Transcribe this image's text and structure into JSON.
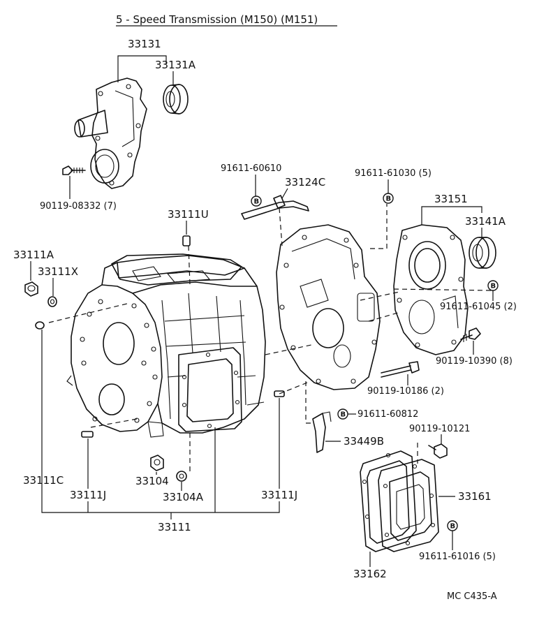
{
  "title": "5 - Speed Transmission (M150) (M151)",
  "diagram_code": "MC C435-A",
  "callout_symbol": "B",
  "labels": {
    "p33131": "33131",
    "p33131A": "33131A",
    "p90119_08332": "90119-08332 (7)",
    "p91611_60610": "91611-60610",
    "p33124C": "33124C",
    "p91611_61030": "91611-61030 (5)",
    "p33151": "33151",
    "p33141A": "33141A",
    "p33111U": "33111U",
    "p33111A": "33111A",
    "p33111X": "33111X",
    "p91611_61045": "91611-61045 (2)",
    "p90119_10390": "90119-10390 (8)",
    "p90119_10186": "90119-10186 (2)",
    "p91611_60812": "91611-60812",
    "p33449B": "33449B",
    "p90119_10121": "90119-10121",
    "p33161": "33161",
    "p91611_61016": "91611-61016 (5)",
    "p33162": "33162",
    "p33111C": "33111C",
    "p33111J_left": "33111J",
    "p33104": "33104",
    "p33104A": "33104A",
    "p33111J_right": "33111J",
    "p33111": "33111"
  }
}
